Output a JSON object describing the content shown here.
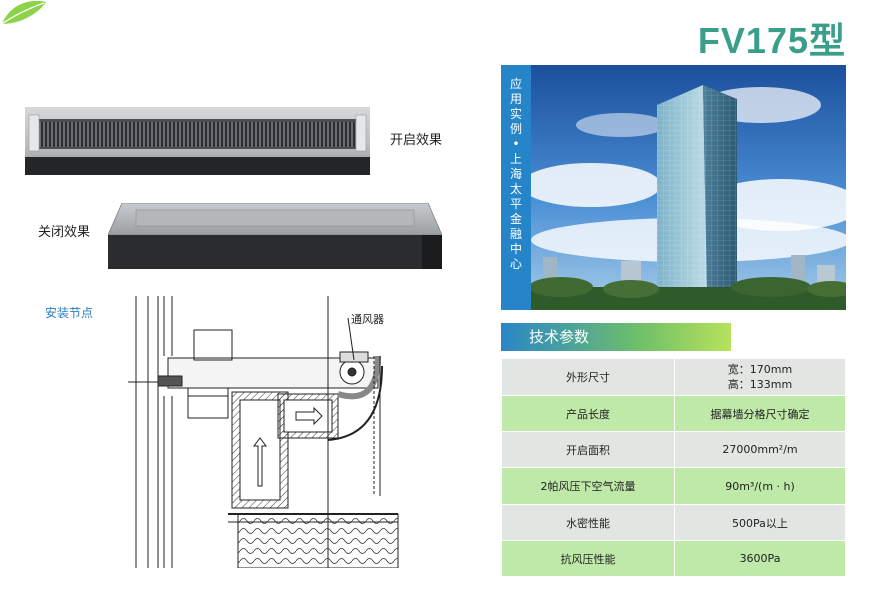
{
  "header": {
    "model_title": "FV175型"
  },
  "product_photos": {
    "open_label": "开启效果",
    "closed_label": "关闭效果"
  },
  "install": {
    "label": "安装节点",
    "vent_label": "通风器"
  },
  "case_study": {
    "text": [
      "应",
      "用",
      "实",
      "例",
      "•",
      "上",
      "海",
      "太",
      "平",
      "金",
      "融",
      "中",
      "心"
    ]
  },
  "specs": {
    "header": "技术参数",
    "rows": [
      {
        "key": "外形尺寸",
        "value": [
          "宽：170mm",
          "高：133mm"
        ]
      },
      {
        "key": "产品长度",
        "value": [
          "据幕墙分格尺寸确定"
        ]
      },
      {
        "key": "开启面积",
        "value": [
          "27000mm²/m"
        ]
      },
      {
        "key": "2帕风压下空气流量",
        "value": [
          "90m³/(m · h)"
        ]
      },
      {
        "key": "水密性能",
        "value": [
          "500Pa以上"
        ]
      },
      {
        "key": "抗风压性能",
        "value": [
          "3600Pa"
        ]
      }
    ]
  },
  "colors": {
    "accent_blue": "#2585c8",
    "title_teal": "#3a9e8a",
    "row_grey": "#e2e6e2",
    "row_green": "#bfe9a8"
  }
}
